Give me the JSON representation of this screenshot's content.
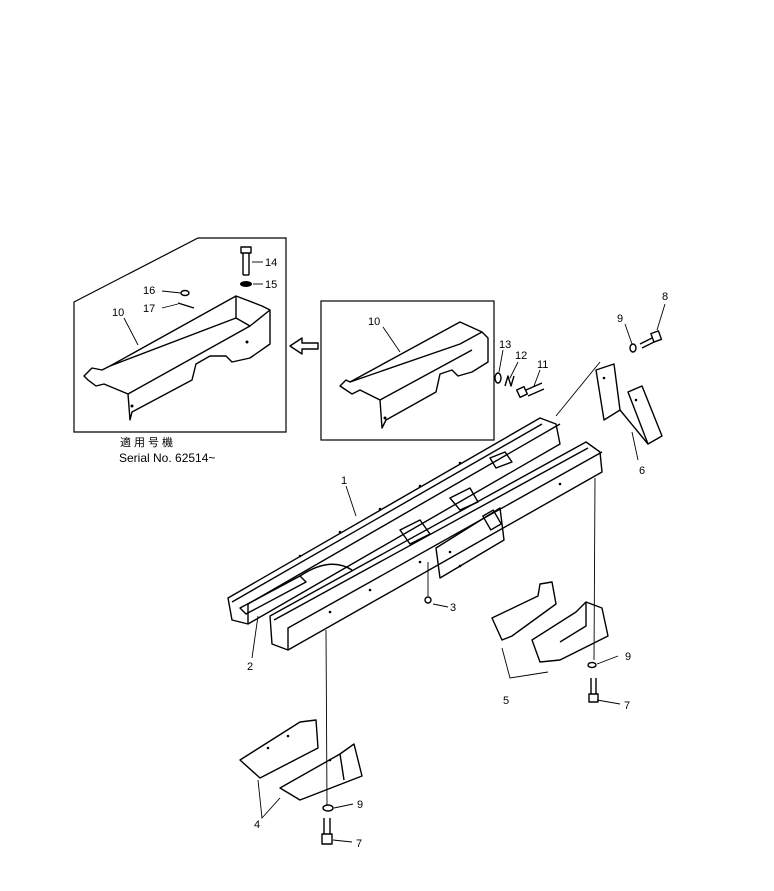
{
  "callouts": {
    "n1": "1",
    "n2": "2",
    "n3": "3",
    "n4": "4",
    "n5": "5",
    "n6": "6",
    "n7a": "7",
    "n7b": "7",
    "n8": "8",
    "n9a": "9",
    "n9b": "9",
    "n9c": "9",
    "n10a": "10",
    "n10b": "10",
    "n11": "11",
    "n12": "12",
    "n13": "13",
    "n14": "14",
    "n15": "15",
    "n16": "16",
    "n17": "17"
  },
  "applicability": {
    "heading": "適用号機",
    "serial": "Serial No. 62514~"
  }
}
